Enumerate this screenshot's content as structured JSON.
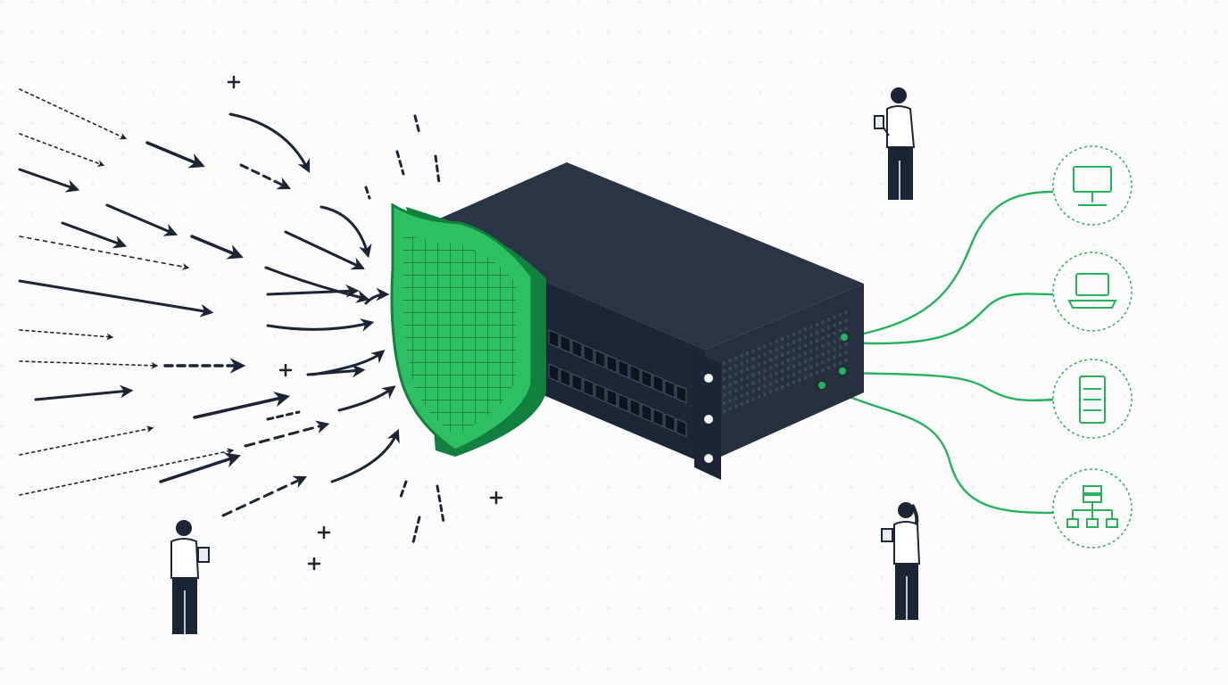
{
  "colors": {
    "background": "#fbfbfc",
    "ink": "#1b2535",
    "accent_green": "#25b35a",
    "shield_fill": "#2fbf63",
    "shield_dark": "#12803e",
    "chassis_top": "#2a3446",
    "chassis_front": "#1d2636",
    "chassis_side": "#26303f",
    "dot_grid": "#e3e6ea"
  },
  "icons": [
    "desktop-monitor-icon",
    "laptop-icon",
    "server-rack-icon",
    "network-hierarchy-icon"
  ],
  "figures": [
    "person-with-tablet-left",
    "person-with-tablet-top",
    "person-with-tablet-bottom"
  ]
}
